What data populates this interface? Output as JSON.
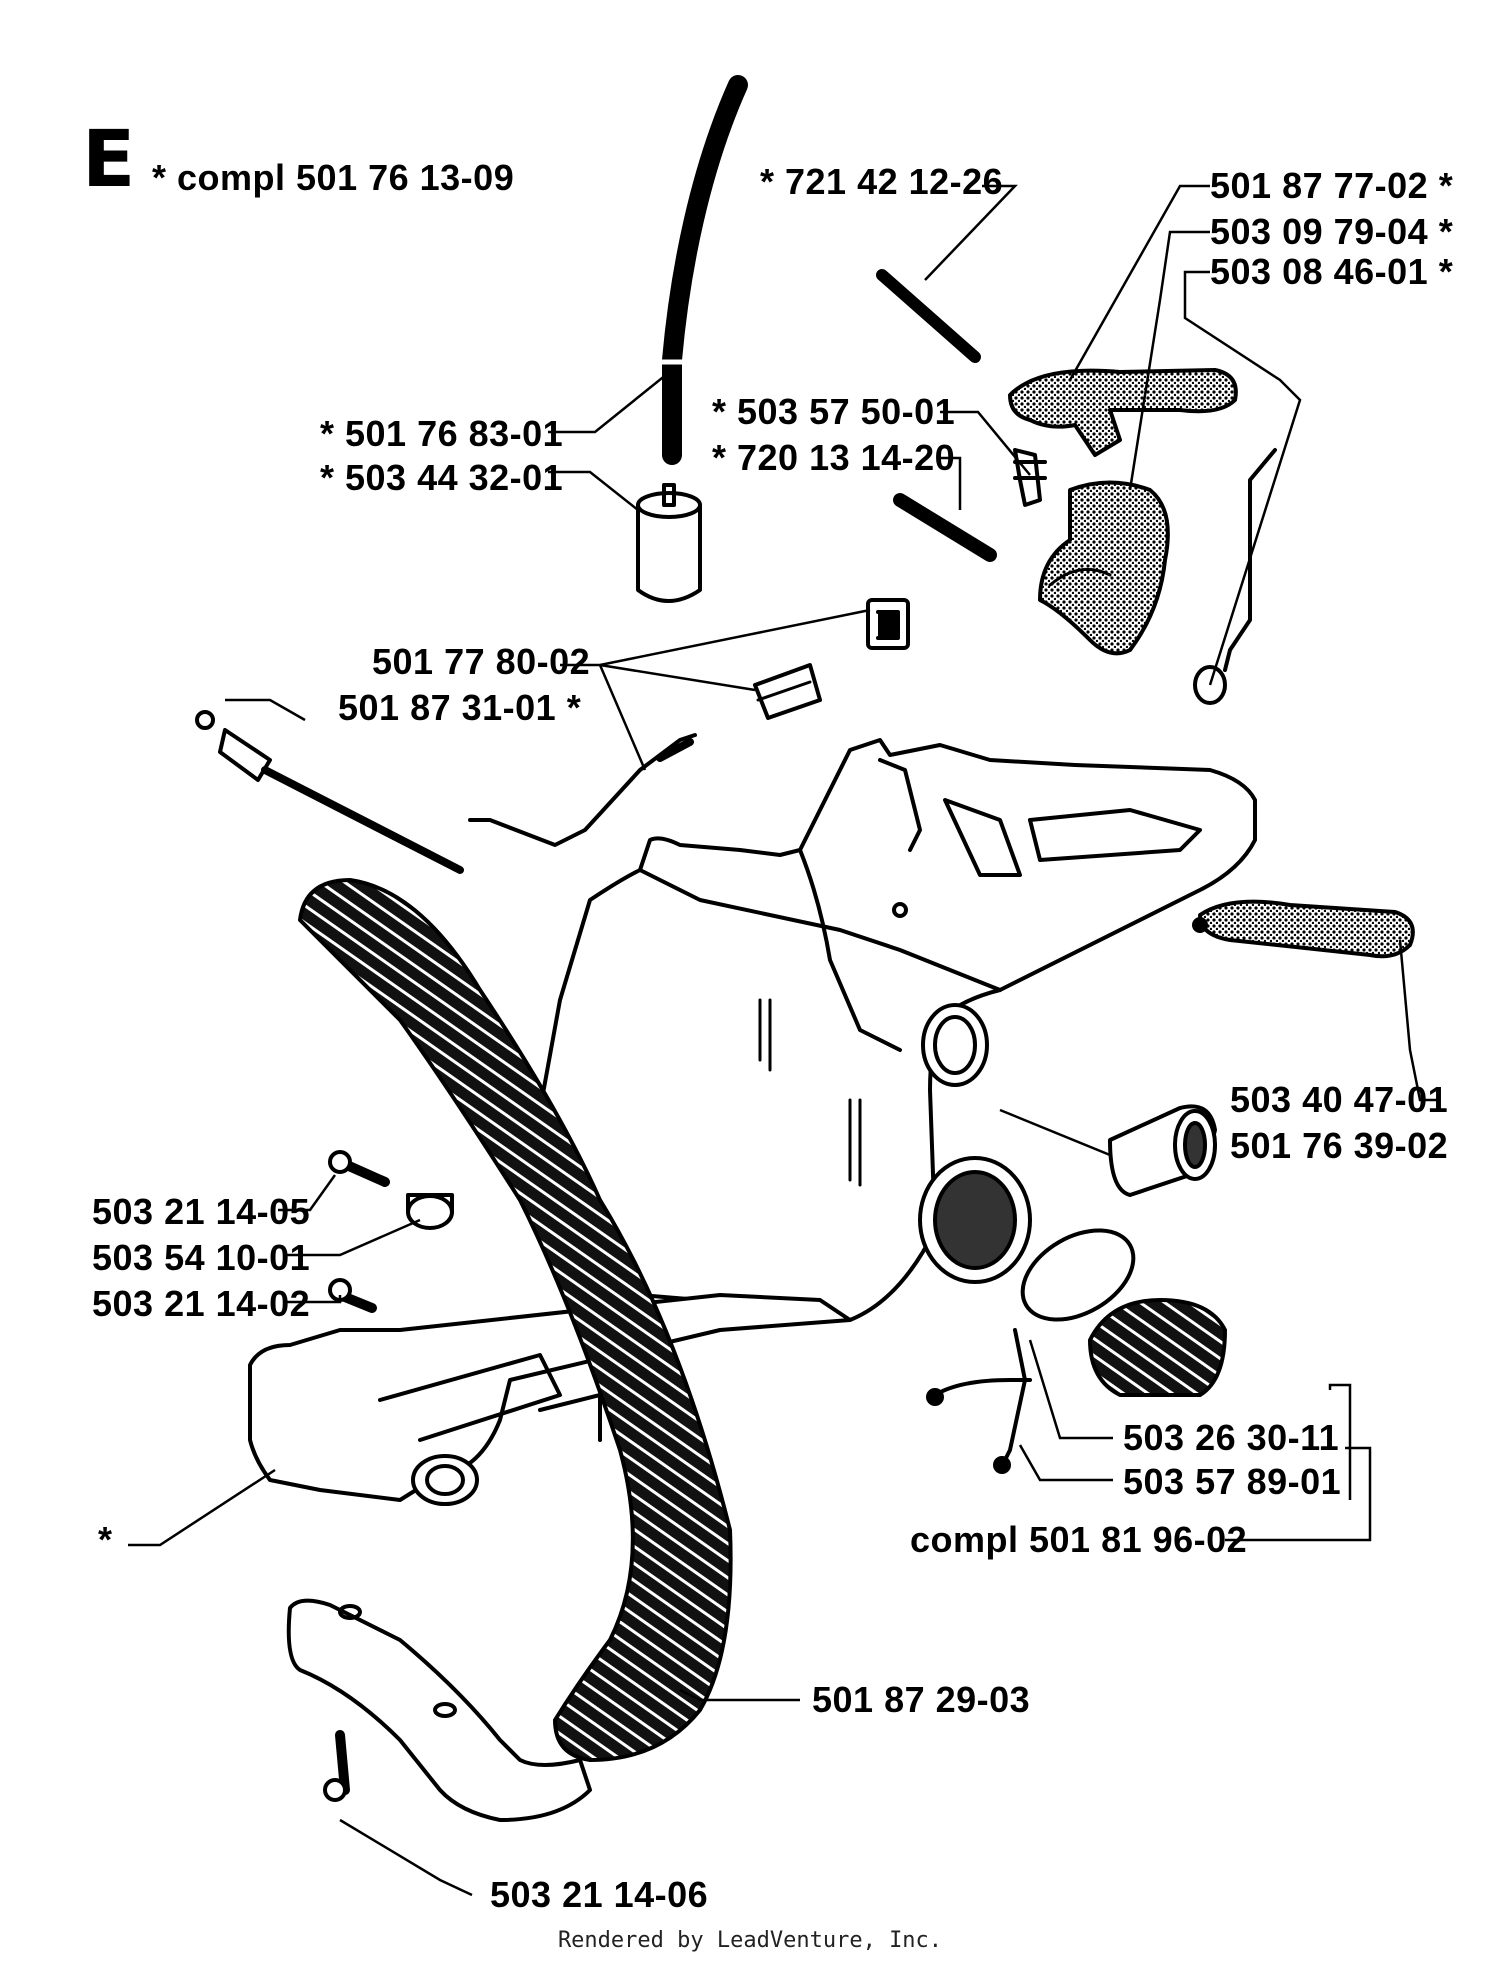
{
  "section": {
    "letter": "E",
    "assembly": "* compl 501 76 13-09"
  },
  "labels": {
    "p721421226": "* 721 42 12-26",
    "p501877702": "501 87 77-02 *",
    "p503097904": "503 09 79-04 *",
    "p503084601": "503 08 46-01 *",
    "p503575001": "* 503 57 50-01",
    "p720131420": "* 720 13 14-20",
    "p501768301": "* 501 76 83-01",
    "p503443201": "* 503 44 32-01",
    "p501778002": "501 77 80-02",
    "p501873101": "501 87 31-01 *",
    "p503404701": "503 40 47-01",
    "p501763902": "501 76 39-02",
    "p503211405": "503 21 14-05",
    "p503541001": "503 54 10-01",
    "p503211402": "503 21 14-02",
    "p503263011": "503 26 30-11",
    "p503578901": "503 57 89-01",
    "p501819602": "compl 501 81 96-02",
    "star": "*",
    "p501872903": "501 87 29-03",
    "p503211406": "503 21 14-06"
  },
  "footer": "Rendered by LeadVenture, Inc."
}
